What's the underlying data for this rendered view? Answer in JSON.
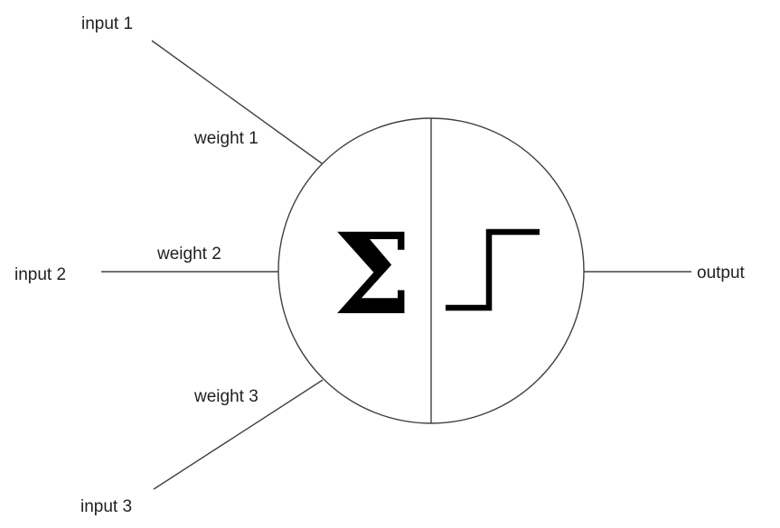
{
  "diagram": {
    "kind": "perceptron-neuron",
    "inputs": [
      {
        "label": "input 1"
      },
      {
        "label": "input 2"
      },
      {
        "label": "input 3"
      }
    ],
    "weights": [
      {
        "label": "weight 1"
      },
      {
        "label": "weight 2"
      },
      {
        "label": "weight 3"
      }
    ],
    "output_label": "output",
    "sum_symbol": "Σ",
    "activation_icon": "step-function-icon",
    "colors": {
      "line": "#404040",
      "text": "#1f1f1f",
      "glyph": "#000000",
      "background": "#ffffff"
    }
  }
}
